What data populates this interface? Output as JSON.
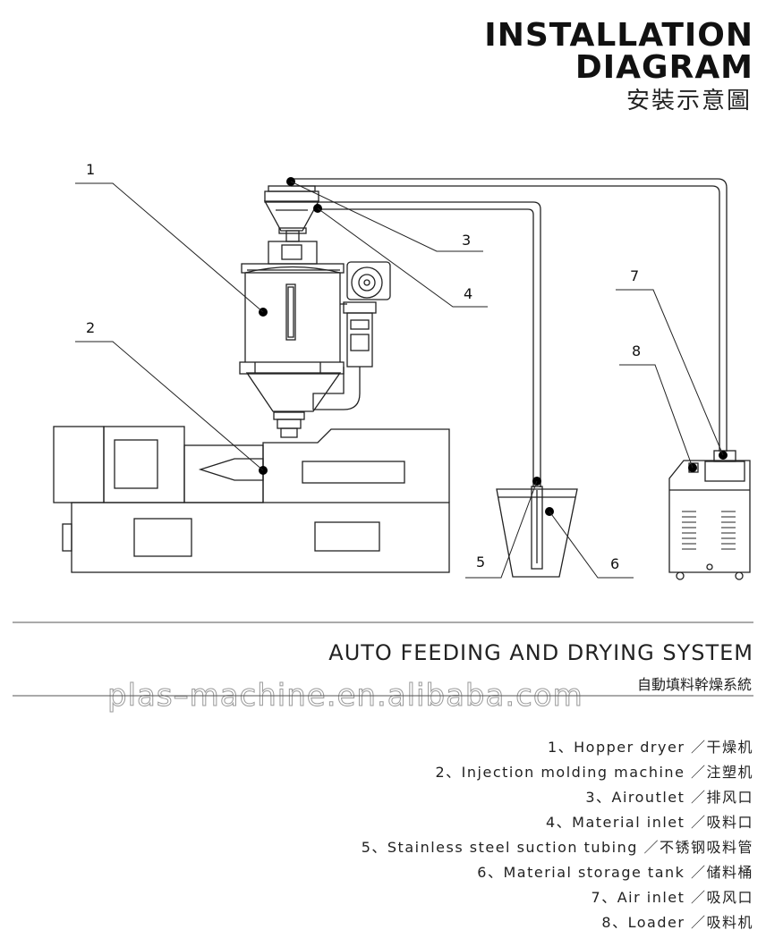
{
  "header": {
    "title_line1": "INSTALLATION",
    "title_line2": "DIAGRAM",
    "title_cn": "安裝示意圖"
  },
  "diagram": {
    "callouts": [
      "1",
      "2",
      "3",
      "4",
      "5",
      "6",
      "7",
      "8"
    ]
  },
  "system": {
    "title": "AUTO FEEDING AND DRYING SYSTEM",
    "title_cn": "自動填料幹燥系統"
  },
  "watermark": "plas–machine.en.alibaba.com",
  "legend": {
    "items": [
      "1、Hopper dryer ／干燥机",
      "2、Injection molding machine ／注塑机",
      "3、Airoutlet ／排风口",
      "4、Material inlet ／吸料口",
      "5、Stainless steel suction tubing ／不锈钢吸料管",
      "6、Material storage tank ／储料桶",
      "7、Air inlet ／吸风口",
      "8、Loader ／吸料机"
    ]
  }
}
